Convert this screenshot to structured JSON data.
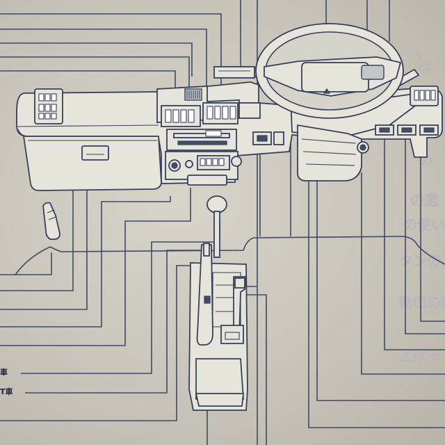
{
  "labels": {
    "mt_car_a": "車",
    "mt_car_b": "T車"
  },
  "background_text": {
    "right_column": [
      "ーか",
      "の",
      "の選",
      "の使い方",
      "タンの入れ",
      "動口の開け",
      "上げる"
    ]
  },
  "colors": {
    "paper": "#c9c4b9",
    "line": "#3c4a66",
    "part_fill": "#e7e4dc"
  }
}
